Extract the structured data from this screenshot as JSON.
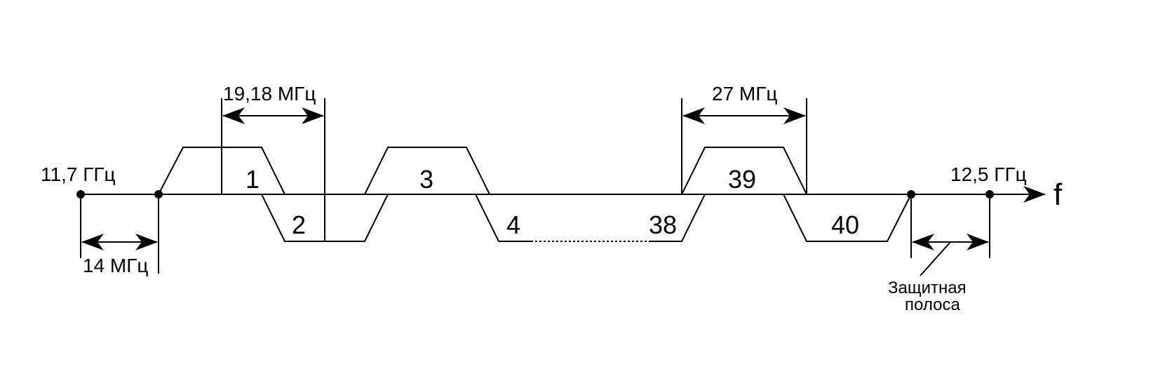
{
  "labels": {
    "start_freq": "11,7 ГГц",
    "end_freq": "12,5 ГГц",
    "axis_label": "f",
    "edge_gap": "14 МГц",
    "channel_spacing": "19,18 МГц",
    "channel_bandwidth": "27 МГц",
    "guard_band_line1": "Защитная",
    "guard_band_line2": "полоса"
  },
  "channels": {
    "upper": [
      "1",
      "3",
      "39"
    ],
    "lower": [
      "2",
      "4",
      "38",
      "40"
    ]
  },
  "colors": {
    "line": "#000000",
    "background": "#ffffff"
  }
}
